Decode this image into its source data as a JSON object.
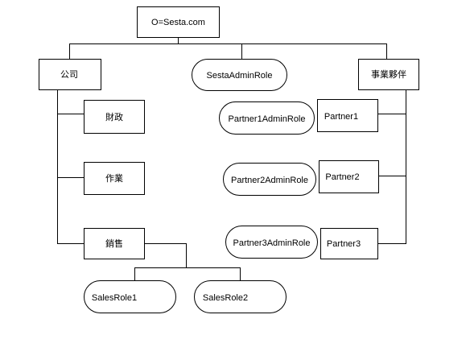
{
  "nodes": {
    "root": "O=Sesta.com",
    "company": "公司",
    "finance": "財政",
    "operations": "作業",
    "sales": "銷售",
    "sales_role_1": "SalesRole1",
    "sales_role_2": "SalesRole2",
    "sesta_admin_role": "SestaAdminRole",
    "business_partners": "事業夥伴",
    "partner1_admin_role": "Partner1AdminRole",
    "partner2_admin_role": "Partner2AdminRole",
    "partner3_admin_role": "Partner3AdminRole",
    "partner1": "Partner1",
    "partner2": "Partner2",
    "partner3": "Partner3"
  }
}
